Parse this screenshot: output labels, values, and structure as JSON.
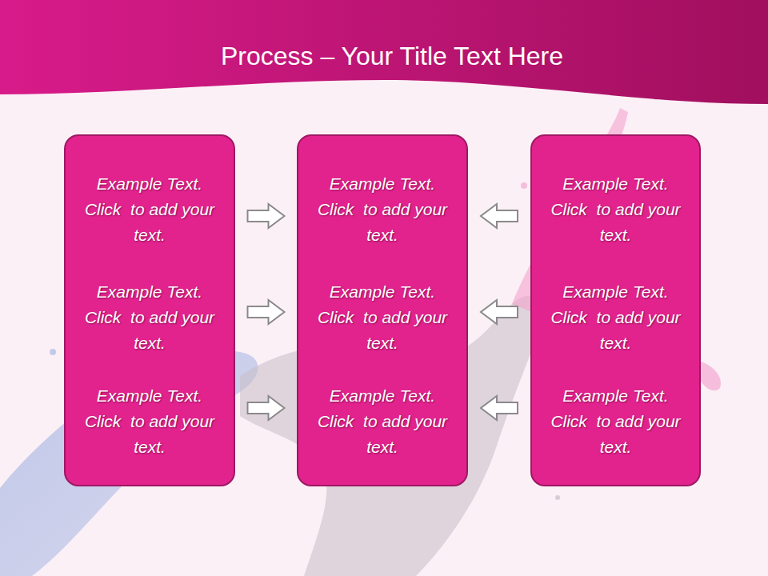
{
  "diagram": {
    "title": "Process – Your Title Text Here",
    "nodes": [
      {
        "text": [
          "Example Text. Click  to add your text.",
          "Example Text. Click  to add your text.",
          "Example Text. Click  to add your text."
        ]
      },
      {
        "text": [
          "Example Text. Click  to add your text.",
          "Example Text. Click  to add your text.",
          "Example Text. Click  to add your text."
        ]
      },
      {
        "text": [
          "Example Text. Click  to add your text.",
          "Example Text. Click  to add your text.",
          "Example Text. Click  to add your text."
        ]
      }
    ],
    "edges": [
      {
        "from": 0,
        "to": 1,
        "arrow": "to"
      },
      {
        "from": 0,
        "to": 1,
        "arrow": "to"
      },
      {
        "from": 0,
        "to": 1,
        "arrow": "to"
      },
      {
        "from": 2,
        "to": 1,
        "arrow": "to"
      },
      {
        "from": 2,
        "to": 1,
        "arrow": "to"
      },
      {
        "from": 2,
        "to": 1,
        "arrow": "to"
      }
    ]
  }
}
